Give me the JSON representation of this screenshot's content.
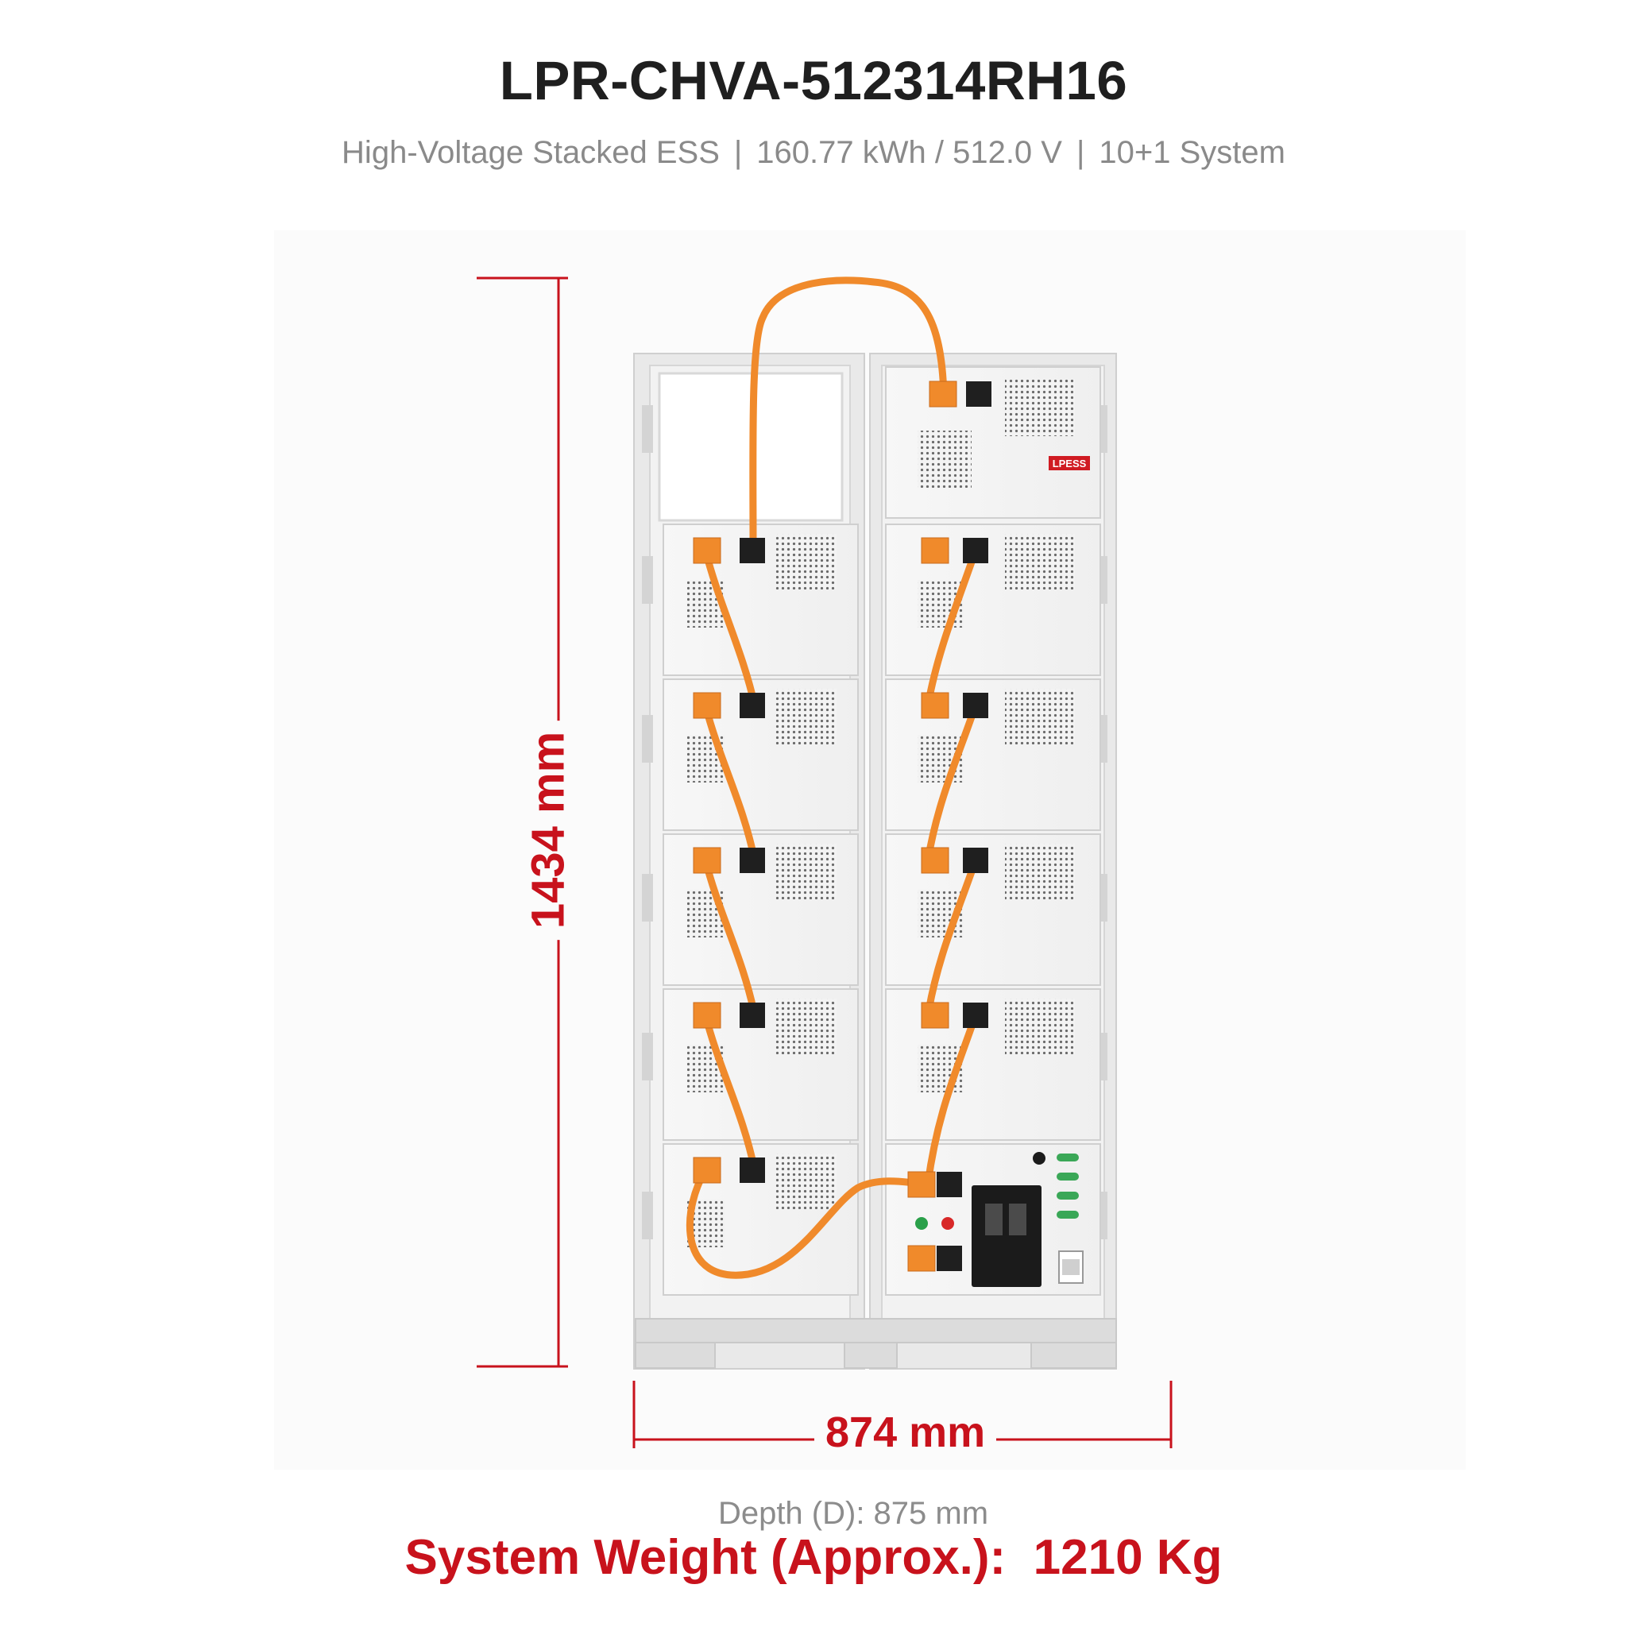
{
  "header": {
    "title": "LPR-CHVA-512314RH16",
    "subtitle_parts": [
      "High-Voltage Stacked ESS",
      "160.77 kWh / 512.0 V",
      "10+1 System"
    ],
    "separator": "|"
  },
  "product": {
    "logo_text": "LPESS",
    "cable_color": "#f08a2b",
    "frame_color": "#e6e6e6"
  },
  "dimensions": {
    "height_label": "1434 mm",
    "width_label": "874 mm",
    "depth_label": "Depth (D):  875 mm",
    "dim_color": "#c8121c"
  },
  "weight": {
    "label": "System Weight (Approx.):",
    "value": "1210 Kg"
  }
}
